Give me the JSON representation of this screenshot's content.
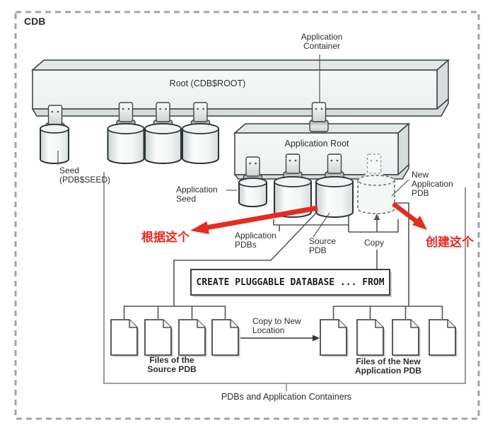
{
  "cdb": {
    "label": "CDB"
  },
  "root": {
    "label": "Root (CDB$ROOT)"
  },
  "application_container": {
    "line1": "Application",
    "line2": "Container"
  },
  "seed": {
    "line1": "Seed",
    "line2": "(PDB$SEED)"
  },
  "application_root": {
    "label": "Application Root"
  },
  "application_seed": {
    "line1": "Application",
    "line2": "Seed"
  },
  "application_pdbs": {
    "line1": "Application",
    "line2": "PDBs"
  },
  "source_pdb": {
    "line1": "Source",
    "line2": "PDB"
  },
  "copy": {
    "label": "Copy"
  },
  "new_application_pdb": {
    "line1": "New",
    "line2": "Application",
    "line3": "PDB"
  },
  "sql": {
    "statement": "CREATE PLUGGABLE DATABASE ... FROM"
  },
  "copy_to_new_location": {
    "line1": "Copy to New",
    "line2": "Location"
  },
  "files_source": {
    "line1": "Files of the",
    "line2": "Source PDB"
  },
  "files_new": {
    "line1": "Files of the New",
    "line2": "Application PDB"
  },
  "bottom": {
    "label": "PDBs and Application Containers"
  },
  "annotations": {
    "left": "根据这个",
    "right": "创建这个"
  },
  "colors": {
    "annotation_red": "#e52b20",
    "diagram_line": "#555555",
    "box_border": "#3a3f3f",
    "dashed_border": "#a0a6a6"
  }
}
